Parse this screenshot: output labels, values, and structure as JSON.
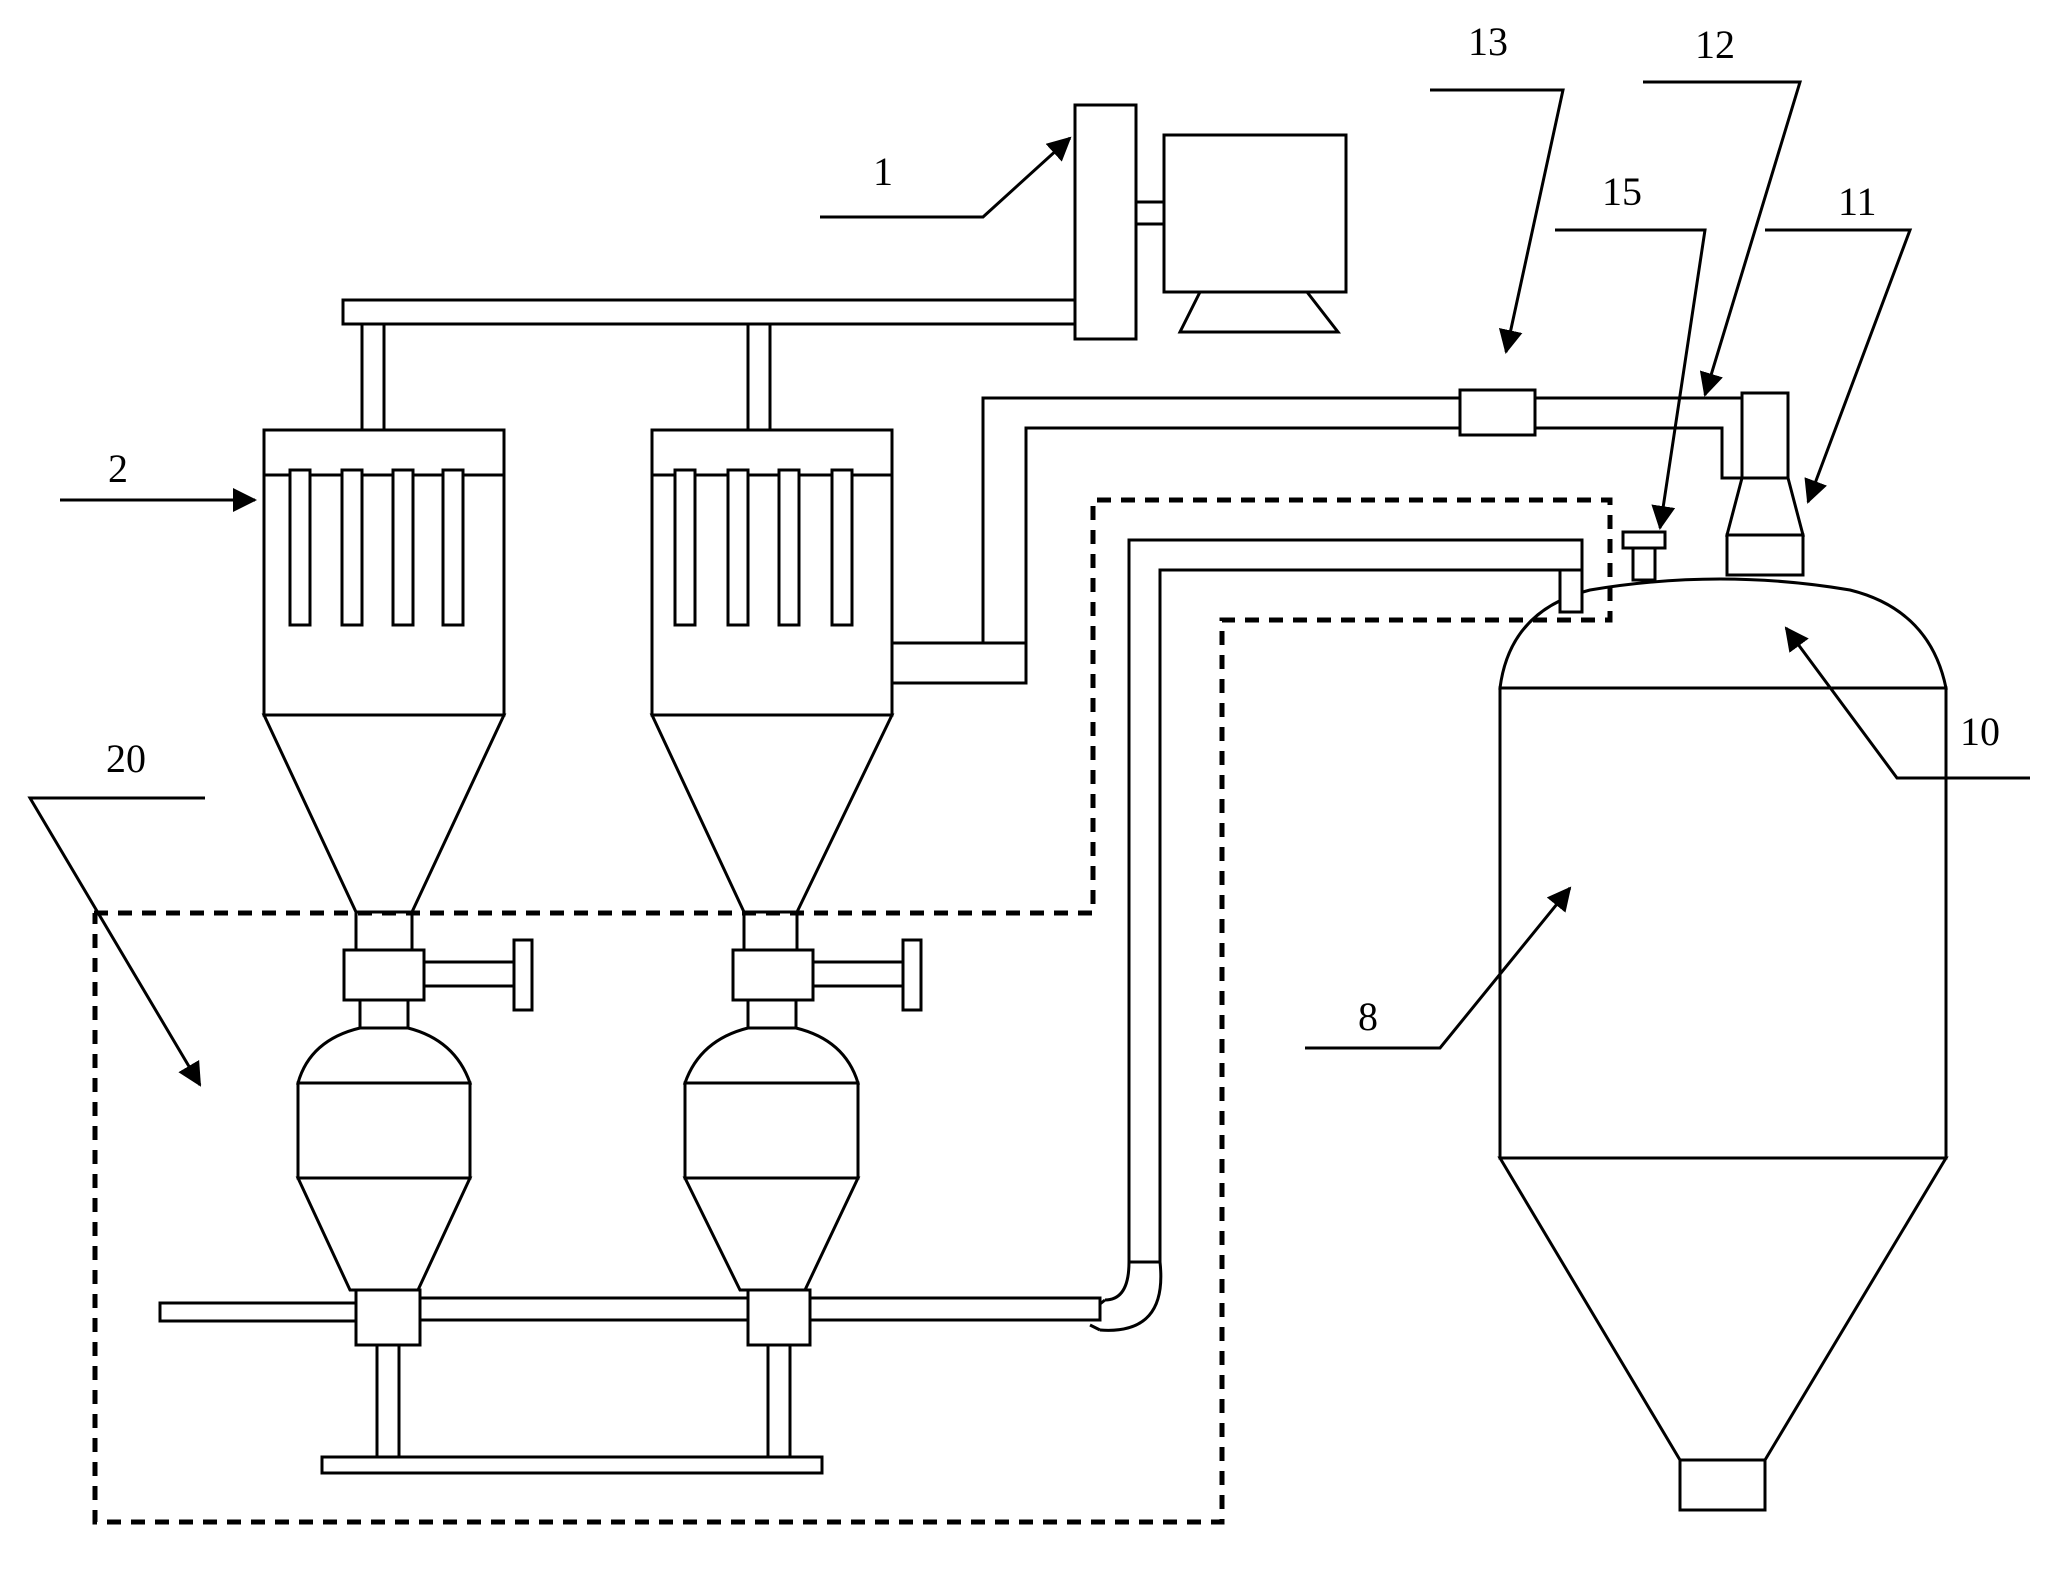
{
  "labels": {
    "l1": "1",
    "l2": "2",
    "l8": "8",
    "l10": "10",
    "l11": "11",
    "l12": "12",
    "l13": "13",
    "l15": "15",
    "l20": "20"
  }
}
